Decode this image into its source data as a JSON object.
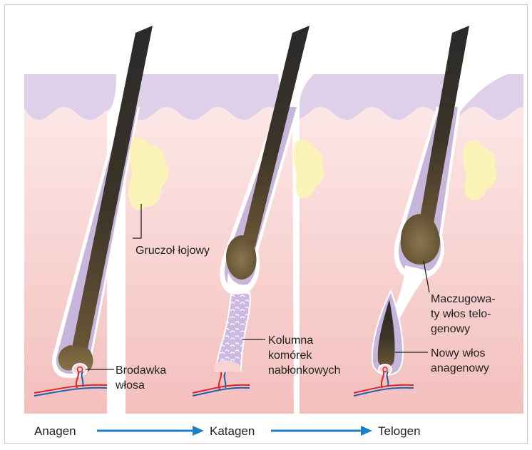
{
  "labels": {
    "gland": "Gruczoł łojowy",
    "papilla_1": "Brodawka",
    "papilla_2": "włosa",
    "column_1": "Kolumna",
    "column_2": "komórek",
    "column_3": "nabłonkowych",
    "club_1": "Maczugowa-",
    "club_2": "ty włos telo-",
    "club_3": "genowy",
    "new_1": "Nowy włos",
    "new_2": "anagenowy"
  },
  "stages": [
    "Anagen",
    "Katagen",
    "Telogen"
  ],
  "colors": {
    "epidermis": "#ddd0e8",
    "dermis_top": "#fbe3e2",
    "dermis_bottom": "#f4c3c1",
    "sheath": "#c5b3da",
    "hair_shaft": "#2b2b2b",
    "bulb": "#7a6540",
    "gland": "#fbf3b8",
    "arrow": "#1f7fc4",
    "artery": "#d8272b",
    "vein": "#1f5fb0"
  }
}
